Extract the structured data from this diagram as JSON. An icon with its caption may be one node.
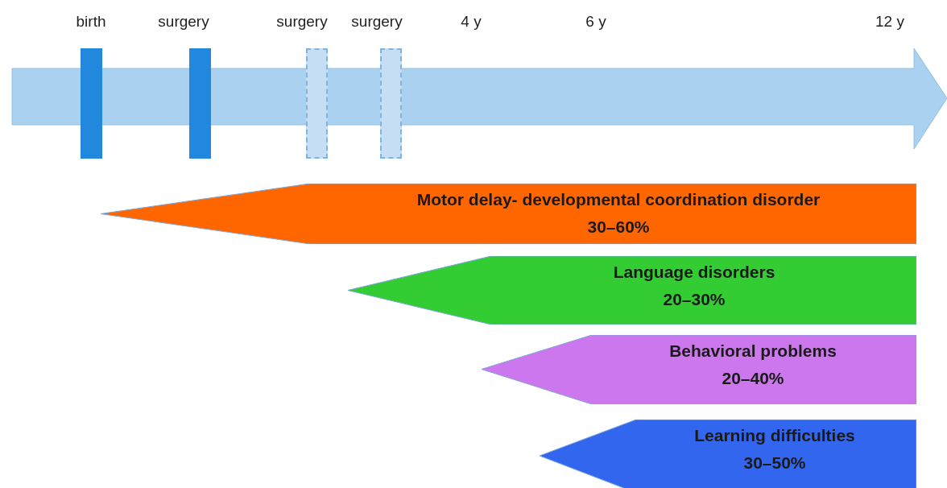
{
  "diagram": {
    "nodes": [
      {
        "text": [
          "birth"
        ]
      },
      {
        "text": [
          "surgery"
        ]
      },
      {
        "text": [
          "surgery"
        ]
      },
      {
        "text": [
          "surgery"
        ]
      },
      {
        "text": [
          "Motor delay- developmental coordination disorder",
          "30–60%"
        ]
      },
      {
        "text": [
          "Language disorders",
          "20–30%"
        ]
      },
      {
        "text": [
          "Behavioral problems",
          "20–40%"
        ]
      },
      {
        "text": [
          "Learning difficulties",
          "30–50%"
        ]
      }
    ],
    "edges": [],
    "labels": [
      "4 y",
      "6 y",
      "12 y"
    ]
  }
}
